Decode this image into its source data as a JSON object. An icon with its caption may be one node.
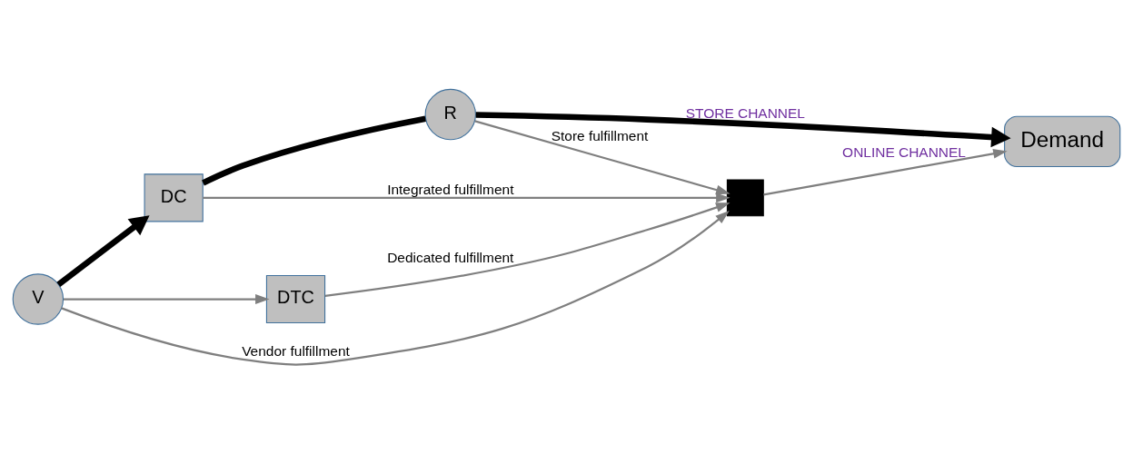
{
  "diagram": {
    "nodes": [
      {
        "text": [
          "V"
        ]
      },
      {
        "text": [
          "DC"
        ]
      },
      {
        "text": [
          "R"
        ]
      },
      {
        "text": [
          "DTC"
        ]
      },
      {
        "text": [],
        "shape": "box"
      },
      {
        "text": [
          "Demand"
        ]
      }
    ],
    "edges": [
      {
        "from": 0,
        "to": 1,
        "arrow": "to",
        "style": "thick",
        "color": "#000000"
      },
      {
        "from": 1,
        "to": 2,
        "arrow": "none",
        "style": "thick",
        "color": "#000000"
      },
      {
        "from": 2,
        "to": 5,
        "arrow": "to",
        "label": "STORE CHANNEL",
        "style": "thick",
        "color": "#000000"
      },
      {
        "from": 2,
        "to": 4,
        "arrow": "to",
        "label": "Store fulfillment"
      },
      {
        "from": 1,
        "to": 4,
        "arrow": "to",
        "label": "Integrated fulfillment"
      },
      {
        "from": 0,
        "to": 4,
        "arrow": "to",
        "label": "Vendor fulfillment"
      },
      {
        "from": 0,
        "to": 3,
        "arrow": "to"
      },
      {
        "from": 3,
        "to": 4,
        "arrow": "to",
        "label": "Dedicated fulfillment"
      },
      {
        "from": 4,
        "to": 5,
        "arrow": "to",
        "label": "ONLINE CHANNEL"
      }
    ]
  }
}
